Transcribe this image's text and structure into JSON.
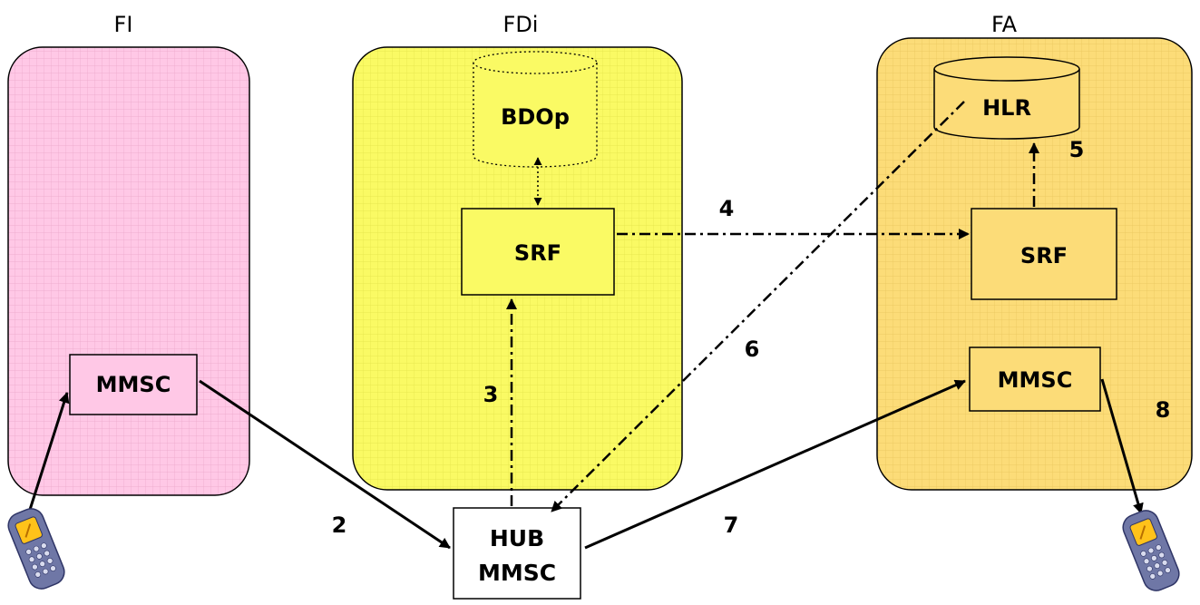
{
  "colors": {
    "fi_fill": "#ffc8e6",
    "fdi_fill": "#fafa64",
    "fa_fill": "#fcdc78",
    "box_fill": "#ffffff",
    "line": "#000000",
    "phone_body": "#6f77a6",
    "phone_screen": "#ffc21a"
  },
  "zones": {
    "fi": {
      "title": "FI"
    },
    "fdi": {
      "title": "FDi"
    },
    "fa": {
      "title": "FA"
    }
  },
  "nodes": {
    "fi_mmsc": "MMSC",
    "fdi_bdop": "BDOp",
    "fdi_srf": "SRF",
    "fa_hlr": "HLR",
    "fa_srf": "SRF",
    "fa_mmsc": "MMSC",
    "hub_line1": "HUB",
    "hub_line2": "MMSC"
  },
  "steps": {
    "s2": "2",
    "s3": "3",
    "s4": "4",
    "s5": "5",
    "s6": "6",
    "s7": "7",
    "s8": "8"
  },
  "icons": {
    "sender": "mobile-phone-icon",
    "receiver": "mobile-phone-icon"
  }
}
